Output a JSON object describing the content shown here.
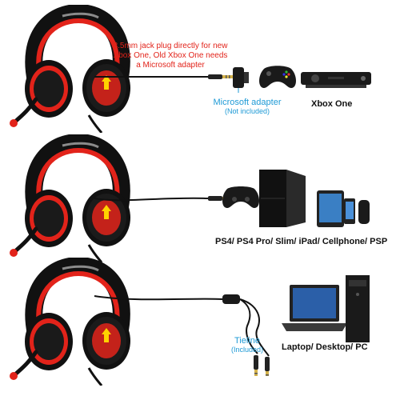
{
  "rows": [
    {
      "annotation": [
        "3.5mm jack plug directly for new",
        "Xbox One, Old Xbox One needs",
        "a Microsoft adapter"
      ],
      "adapter_label": "Microsoft adapter",
      "adapter_sublabel": "(Not included)",
      "device_label": "Xbox One"
    },
    {
      "device_label": "PS4/ PS4 Pro/ Slim/ iPad/ Cellphone/ PSP"
    },
    {
      "adapter_label": "Tieline",
      "adapter_sublabel": "(Included)",
      "device_label": "Laptop/ Desktop/ PC"
    }
  ],
  "colors": {
    "headset_red": "#e2231a",
    "headset_black": "#111111",
    "note_red": "#e2231a",
    "note_blue": "#1e9ad6"
  },
  "icons": [
    "headset-icon",
    "audio-jack-icon",
    "microsoft-adapter-icon",
    "xbox-controller-icon",
    "xbox-one-console-icon",
    "ps4-controller-icon",
    "ps4-console-icon",
    "ipad-icon",
    "cellphone-icon",
    "psp-icon",
    "y-splitter-cable-icon",
    "laptop-icon",
    "desktop-tower-icon"
  ]
}
